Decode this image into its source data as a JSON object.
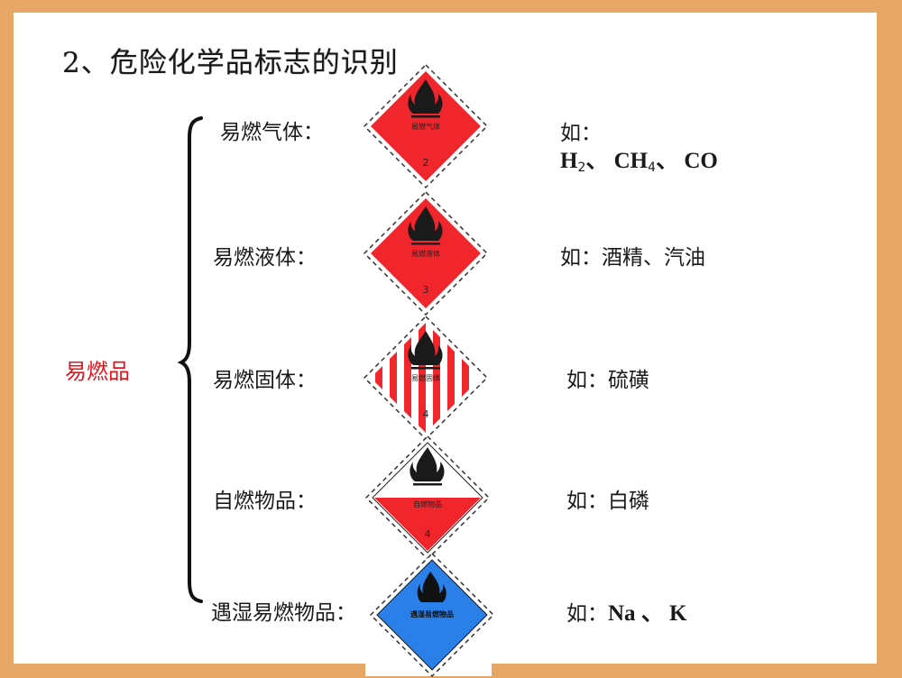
{
  "slide": {
    "title": "2、危险化学品标志的识别",
    "category": "易燃品",
    "colors": {
      "border": "#E6A665",
      "category_text": "#e8141c",
      "sign_red": "#f0262c",
      "sign_blue": "#2a7fe8"
    },
    "items": [
      {
        "label": "易燃气体：",
        "sign": {
          "text": "易燃气体",
          "class_number": "2",
          "style": "red-solid"
        },
        "example_prefix": "如：",
        "example_formula_parts": [
          "H",
          "2",
          "、 CH",
          "4",
          "、 CO"
        ]
      },
      {
        "label": "易燃液体：",
        "sign": {
          "text": "易燃液体",
          "class_number": "3",
          "style": "red-solid"
        },
        "example": "如：酒精、汽油"
      },
      {
        "label": "易燃固体：",
        "sign": {
          "text": "易燃固体",
          "class_number": "4",
          "style": "red-white-stripes"
        },
        "example": "如：硫磺"
      },
      {
        "label": "自燃物品：",
        "sign": {
          "text": "自燃物品",
          "class_number": "4",
          "style": "white-top-red-bottom"
        },
        "example": "如：白磷"
      },
      {
        "label": "遇湿易燃物品：",
        "sign": {
          "text": "遇湿易燃物品",
          "class_number": "",
          "style": "blue-solid"
        },
        "example_prefix": "如：",
        "example_chem": "Na 、 K"
      }
    ]
  }
}
